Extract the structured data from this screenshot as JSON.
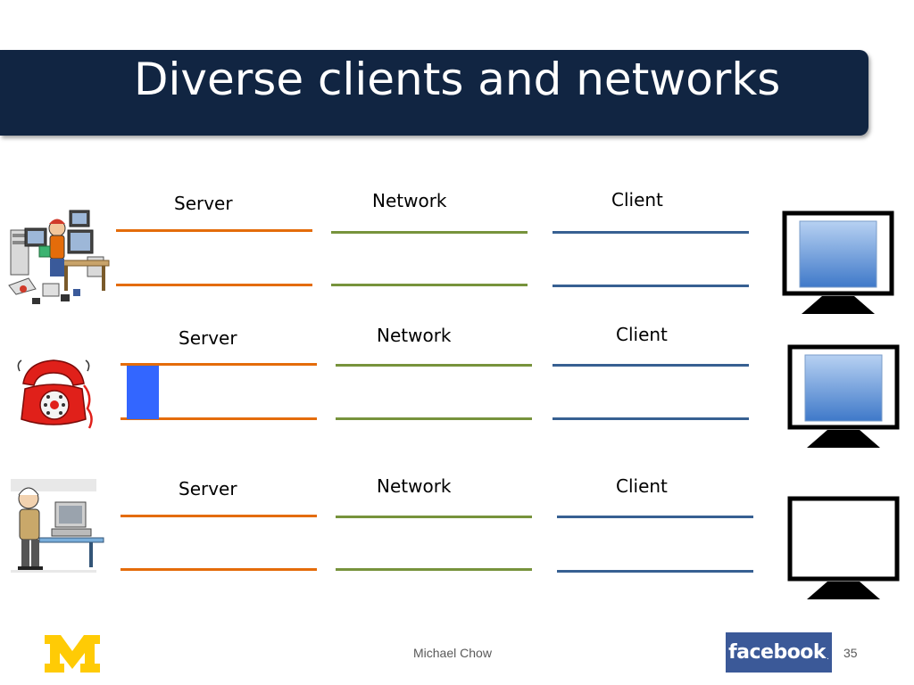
{
  "slide": {
    "title": "Diverse clients and networks",
    "author": "Michael Chow",
    "slide_number": "35",
    "facebook_logo_text": "facebook",
    "facebook_logo_mark": "."
  },
  "colors": {
    "title_bar": "#112542",
    "server_line": "#e46c0a",
    "network_line": "#77933c",
    "client_line": "#376092",
    "packet": "#3366ff",
    "umich_maize": "#ffcb05"
  },
  "rows": [
    {
      "illustration": "busy-server-admin-icon",
      "server_label": "Server",
      "network_label": "Network",
      "client_label": "Client",
      "screen": "blue-screen",
      "has_packet": false
    },
    {
      "illustration": "ringing-telephone-icon",
      "server_label": "Server",
      "network_label": "Network",
      "client_label": "Client",
      "screen": "blue-screen",
      "has_packet": true
    },
    {
      "illustration": "frustrated-user-computer-icon",
      "server_label": "Server",
      "network_label": "Network",
      "client_label": "Client",
      "screen": "blank-screen",
      "has_packet": false
    }
  ]
}
